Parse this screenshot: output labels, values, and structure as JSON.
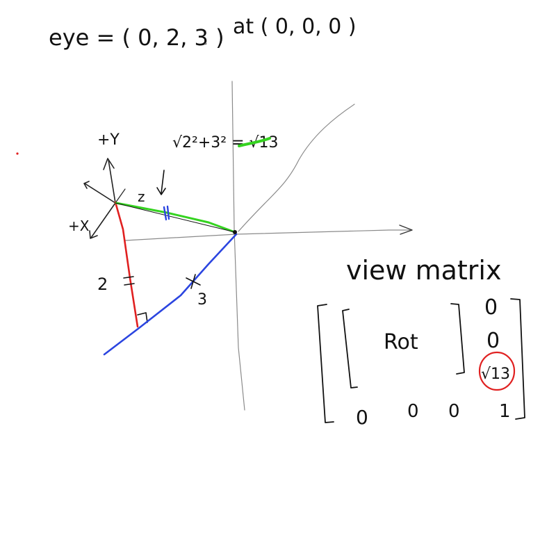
{
  "header": {
    "eye": "eye = ( 0, 2, 3 )",
    "at": "at ( 0, 0, 0 )"
  },
  "axes": {
    "y_label": "+Y",
    "x_label": "+X"
  },
  "labels": {
    "z": "z",
    "length_formula": "√2²+3² = √13",
    "side_two": "2",
    "side_three": "3"
  },
  "matrix": {
    "title": "view matrix",
    "rot_label": "Rot",
    "translation_col": [
      "0",
      "0",
      "√13"
    ],
    "bottom_row": [
      "0",
      "0",
      "0",
      "1"
    ]
  },
  "colors": {
    "ink": "#111111",
    "grey": "#8a8a8a",
    "red": "#e02020",
    "green": "#35d320",
    "blue": "#2b45e0"
  }
}
